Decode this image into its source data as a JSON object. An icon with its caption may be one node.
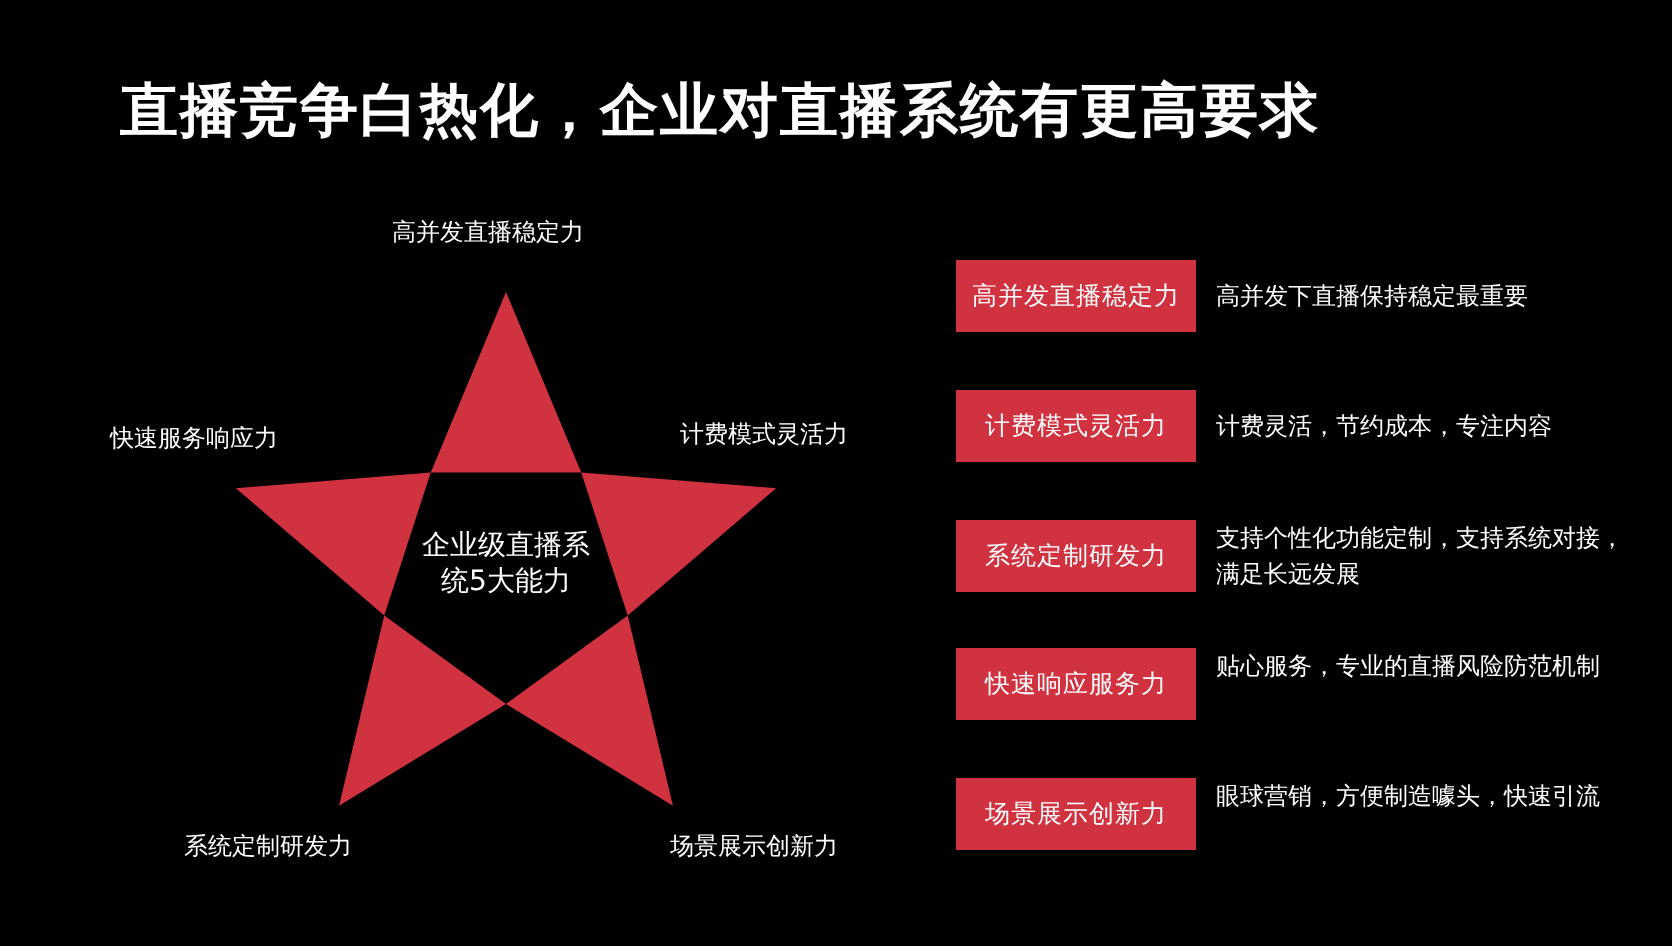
{
  "diagram": {
    "title": "直播竞争白热化，企业对直播系统有更高要求",
    "nodes": [
      {
        "text": [
          "企业级直播系统5大能力"
        ]
      },
      {
        "text": [
          "高并发直播稳定力"
        ],
        "beside": [
          "高并发下直播保持稳定最重要"
        ]
      },
      {
        "text": [
          "计费模式灵活力"
        ],
        "beside": [
          "计费灵活，节约成本，专注内容"
        ]
      },
      {
        "text": [
          "系统定制研发力"
        ],
        "beside": [
          "支持个性化功能定制，支持系统对接，满足长远发展"
        ]
      },
      {
        "text": [
          "快速响应服务力"
        ],
        "beside": [
          "贴心服务，专业的直播风险防范机制"
        ]
      },
      {
        "text": [
          "场景展示创新力"
        ],
        "beside": [
          "眼球营销，方便制造噱头，快速引流"
        ]
      }
    ],
    "labels": [
      "高并发直播稳定力",
      "快速服务响应力",
      "计费模式灵活力",
      "系统定制研发力",
      "场景展示创新力"
    ]
  }
}
